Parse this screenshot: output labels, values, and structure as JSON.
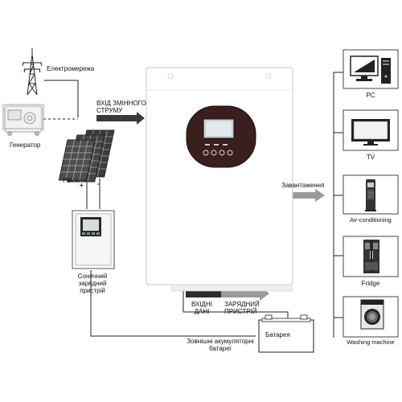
{
  "sources": {
    "grid_label": "Електромережа",
    "generator_label": "Генератор",
    "pv_label": "PV",
    "pv_plus": "+",
    "pv_minus": "-"
  },
  "inverter": {
    "ac_input_line1": "ВХІД ЗМІННОГО",
    "ac_input_line2": "СТРУМУ",
    "load_label": "Завантаження",
    "input_data_line1": "ВХІДНІ",
    "input_data_line2": "ДАНІ",
    "charger_line1": "ЗАРЯДНИЙ",
    "charger_line2": "ПРИСТРІЙ"
  },
  "solar_charger": {
    "line1": "Сонячний",
    "line2": "зарядний",
    "line3": "пристрій"
  },
  "battery": {
    "label": "Батарея",
    "external_line1": "Зовнішні акумуляторні",
    "external_line2": "батареї"
  },
  "loads": [
    {
      "label": "PC",
      "icon": "pc-icon"
    },
    {
      "label": "TV",
      "icon": "tv-icon"
    },
    {
      "label": "Air-conditioning",
      "icon": "air-conditioner-icon"
    },
    {
      "label": "Fridge",
      "icon": "fridge-icon"
    },
    {
      "label": "Washing machine",
      "icon": "washing-machine-icon"
    }
  ],
  "colors": {
    "line": "#222222",
    "arrow_dark": "#3a3a3a",
    "arrow_grey": "#9a9a9a",
    "inverter_panel": "#3b1e1e"
  }
}
